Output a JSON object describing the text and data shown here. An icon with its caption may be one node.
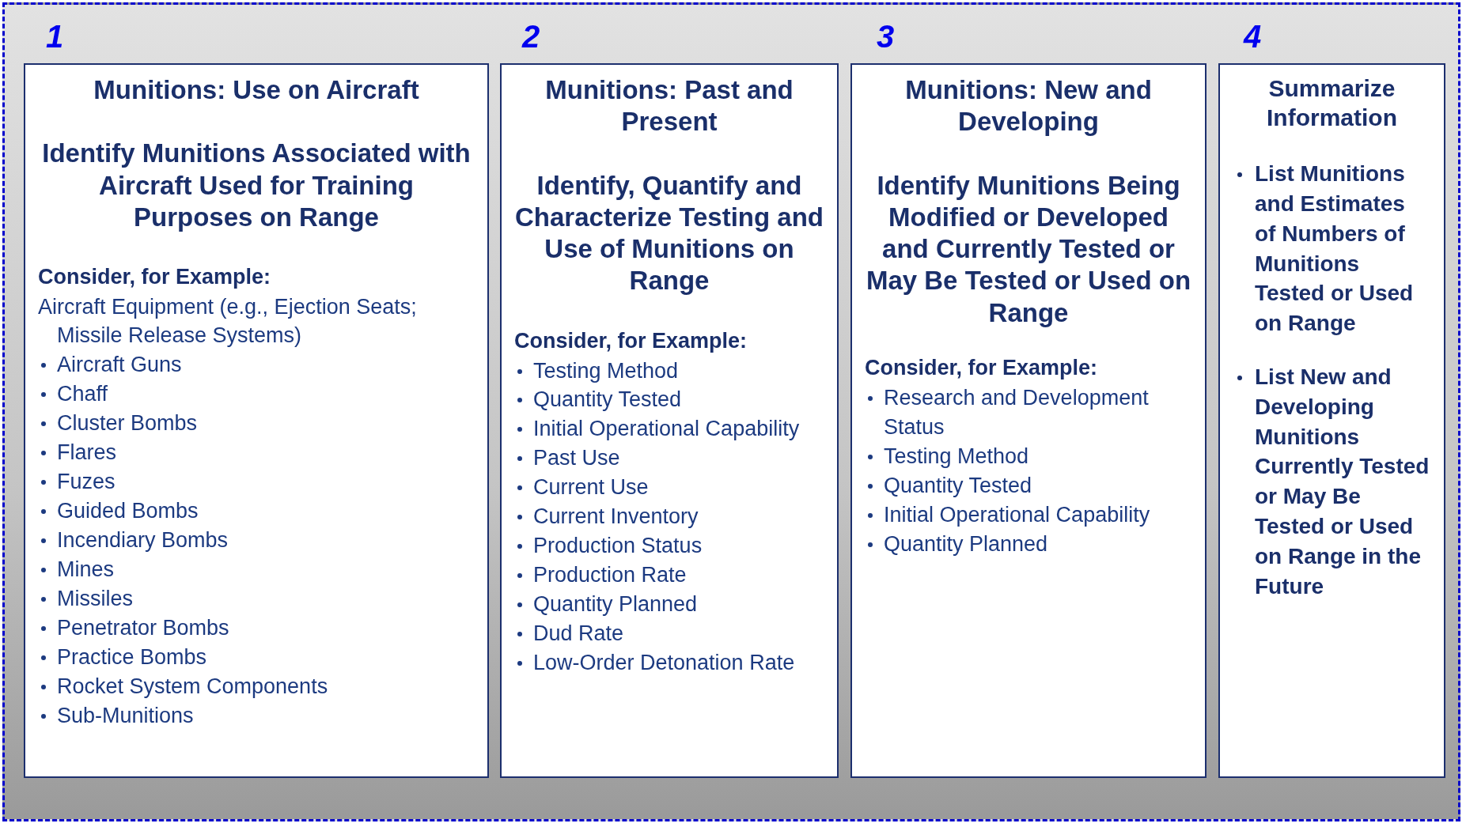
{
  "diagram": {
    "nodes": [
      {
        "text": [
          "1",
          "Munitions: Use on Aircraft",
          "Identify Munitions Associated with Aircraft Used for Training Purposes on Range",
          "Consider, for Example:",
          "Aircraft Equipment (e.g., Ejection Seats; Missile Release Systems)",
          "Aircraft Guns",
          "Chaff",
          "Cluster Bombs",
          "Flares",
          "Fuzes",
          "Guided Bombs",
          "Incendiary Bombs",
          "Mines",
          "Missiles",
          "Penetrator Bombs",
          "Practice Bombs",
          "Rocket System Components",
          "Sub-Munitions"
        ]
      },
      {
        "text": [
          "2",
          "Munitions: Past and Present",
          "Identify, Quantify and Characterize Testing and Use of Munitions on Range",
          "Consider, for Example:",
          "Testing Method",
          "Quantity Tested",
          "Initial Operational Capability",
          "Past Use",
          "Current Use",
          "Current Inventory",
          "Production Status",
          "Production Rate",
          "Quantity Planned",
          "Dud Rate",
          "Low-Order Detonation Rate"
        ]
      },
      {
        "text": [
          "3",
          "Munitions: New and Developing",
          "Identify Munitions Being Modified or Developed and Currently Tested or May Be Tested or Used on Range",
          "Consider, for Example:",
          "Research and Development Status",
          "Testing Method",
          "Quantity Tested",
          "Initial Operational Capability",
          "Quantity Planned"
        ]
      },
      {
        "text": [
          "4",
          "Summarize Information",
          "List Munitions and Estimates of Numbers of Munitions Tested or Used on Range",
          "List New and Developing Munitions Currently Tested or May Be Tested or Used on Range in the Future"
        ]
      }
    ]
  }
}
